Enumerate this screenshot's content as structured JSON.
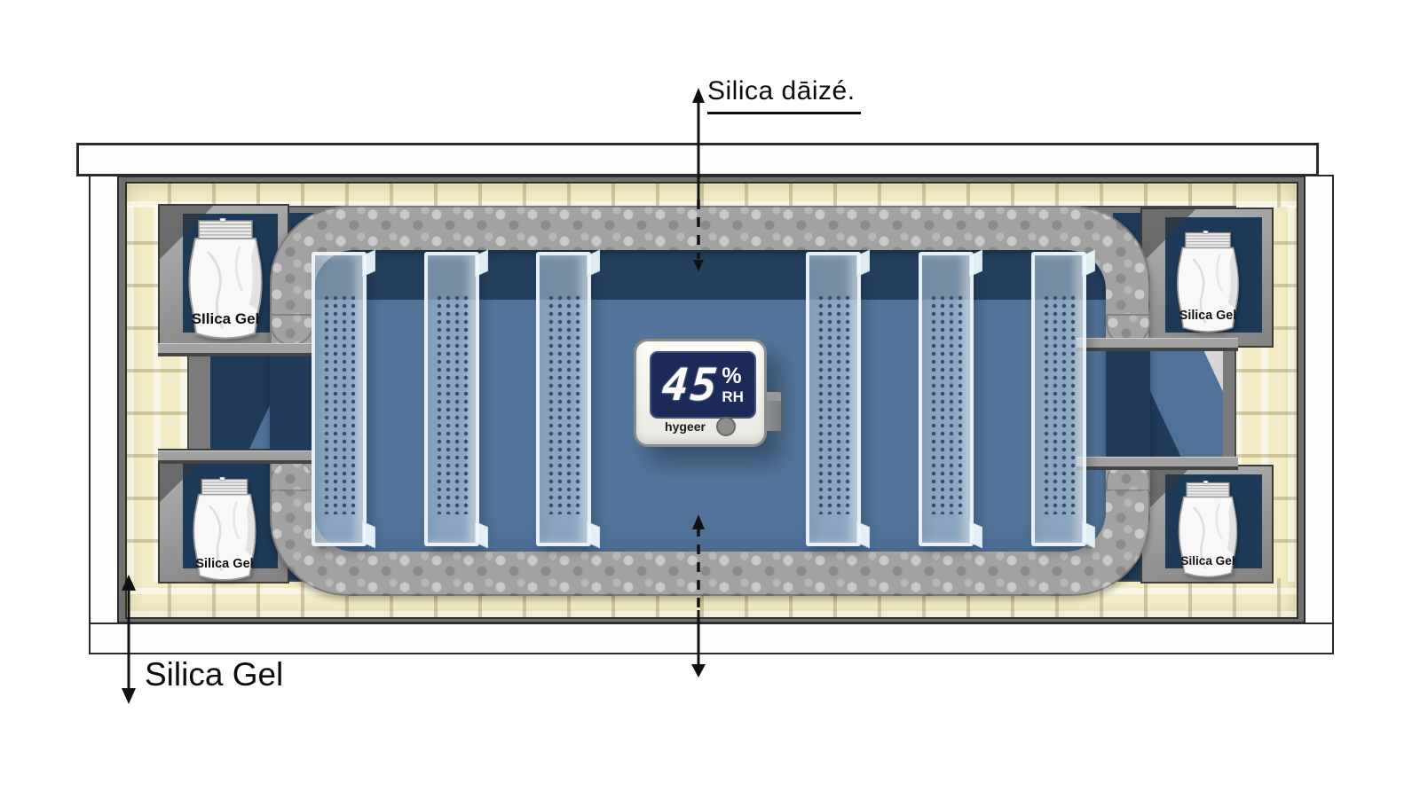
{
  "title": {
    "text": "Silica dāizé."
  },
  "callouts": {
    "bottom_left_label": "Silica Gel"
  },
  "hygrometer": {
    "value": "45",
    "percent_sign": "%",
    "unit": "RH",
    "brand": "hygeer"
  },
  "packets": [
    {
      "position": "top-left",
      "label": "SIlica Gel"
    },
    {
      "position": "top-right",
      "label": "Silica Gel"
    },
    {
      "position": "bottom-left",
      "label": "Silica Gel"
    },
    {
      "position": "bottom-right",
      "label": "Silica Gel"
    }
  ],
  "colors": {
    "insulation_cream": "#f2ebc5",
    "gasket_rope_gray": "#a2a2a2",
    "interior_navy": "#1f3b59",
    "interior_blue": "#527599",
    "display_navy": "#1b2a58",
    "frame_gray": "#7b7b7b",
    "outline_dark": "#2a2a2a"
  }
}
